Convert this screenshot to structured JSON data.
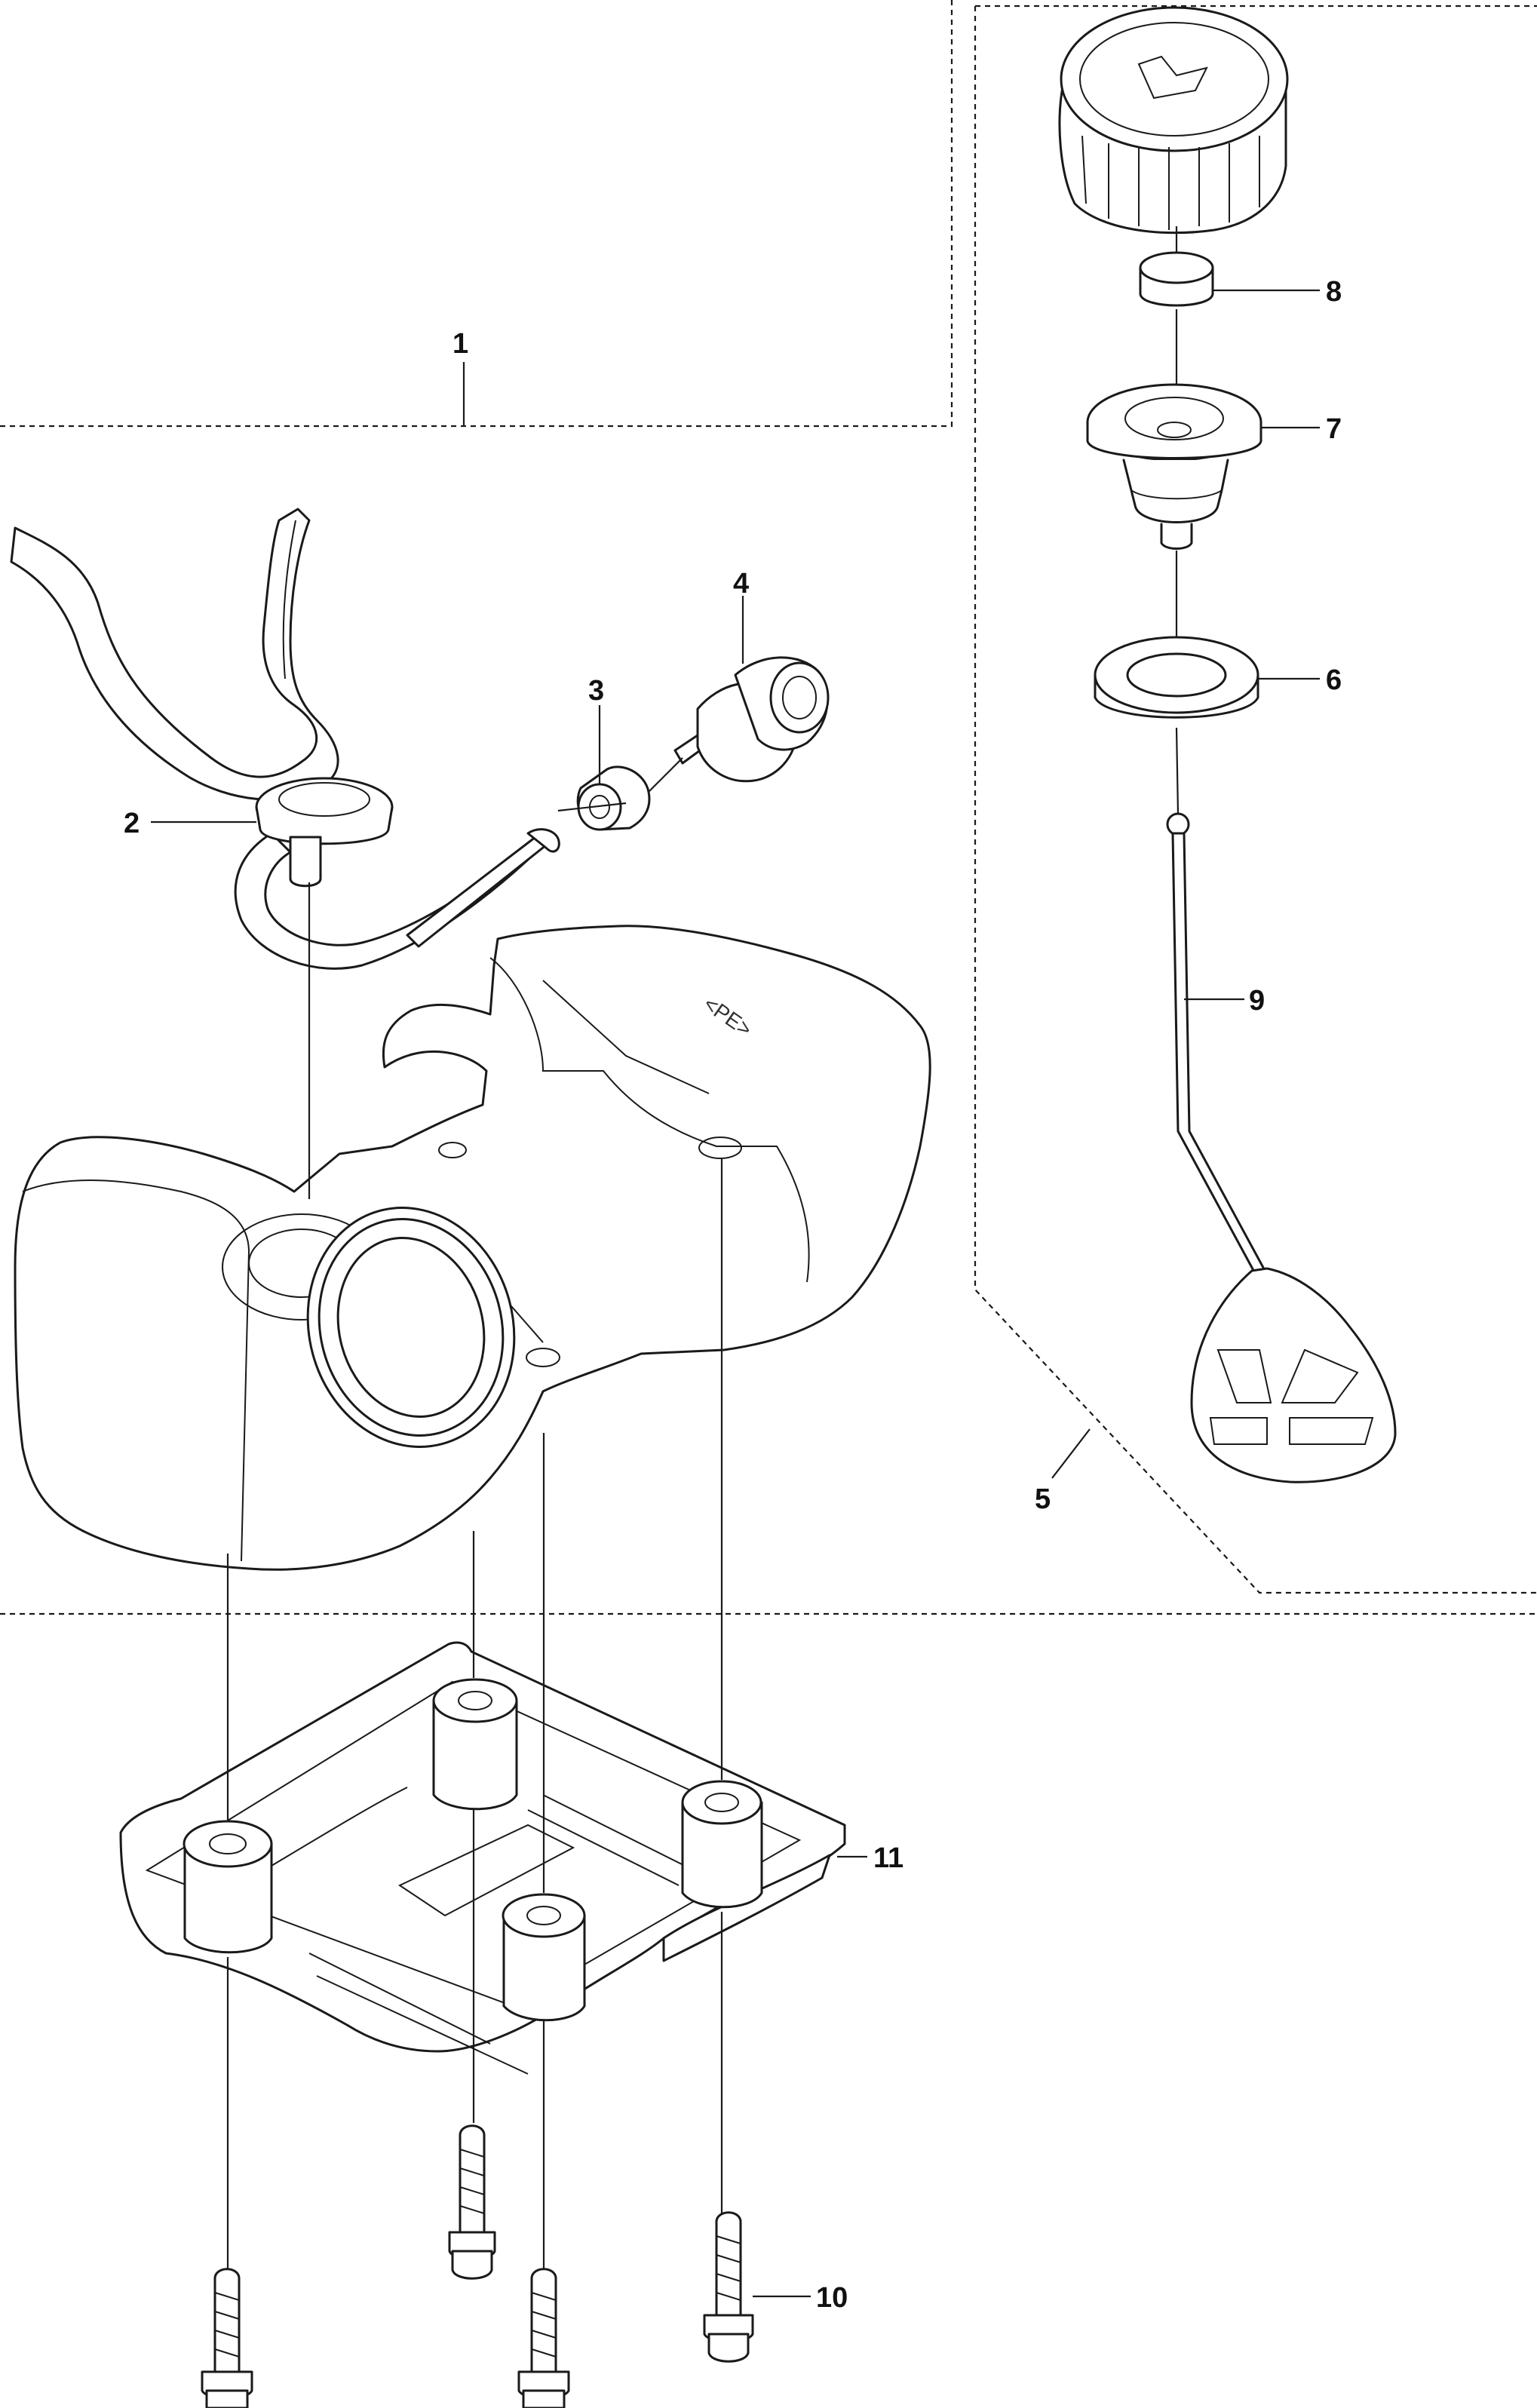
{
  "diagram": {
    "type": "exploded-parts-view",
    "callouts": [
      "1",
      "2",
      "3",
      "4",
      "5",
      "6",
      "7",
      "8",
      "9",
      "10",
      "11"
    ],
    "tank_marking": "<PE>",
    "colors": {
      "line": "#1a1a1a",
      "background": "#ffffff"
    }
  }
}
